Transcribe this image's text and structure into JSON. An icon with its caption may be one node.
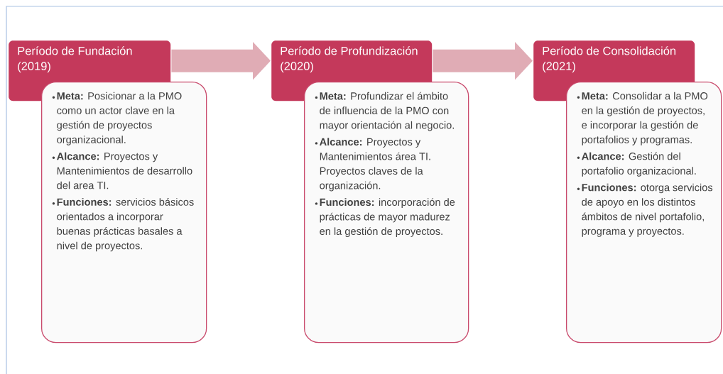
{
  "diagram": {
    "nodes": [
      {
        "text": [
          "Período de Fundación (2019)"
        ]
      },
      {
        "text": [
          "**Meta:** Posicionar a la PMO como un actor clave en la gestión de proyectos organizacional.",
          "**Alcance:** Proyectos y Mantenimientos de desarrollo del area TI.",
          "**Funciones:** servicios básicos orientados a incorporar buenas prácticas basales a nivel de proyectos."
        ]
      },
      {
        "text": [
          "Período de Profundización (2020)"
        ]
      },
      {
        "text": [
          "**Meta:** Profundizar el ámbito de influencia de la PMO con mayor orientación al negocio.",
          "**Alcance:** Proyectos y Mantenimientos área TI. Proyectos claves de la organización.",
          "**Funciones:** incorporación de prácticas de mayor madurez en la gestión de proyectos."
        ]
      },
      {
        "text": [
          "Período de Consolidación (2021)"
        ]
      },
      {
        "text": [
          "**Meta:** Consolidar a la PMO en la gestión de proyectos, e incorporar la gestión de portafolios y programas.",
          "**Alcance:** Gestión del portafolio organizacional.",
          "**Funciones:** otorga servicios de apoyo en los distintos ámbitos de nivel portafolio, programa y proyectos."
        ]
      }
    ],
    "edges": [
      {
        "from": 0,
        "to": 2,
        "arrow": "to"
      },
      {
        "from": 2,
        "to": 4,
        "arrow": "to"
      }
    ]
  }
}
